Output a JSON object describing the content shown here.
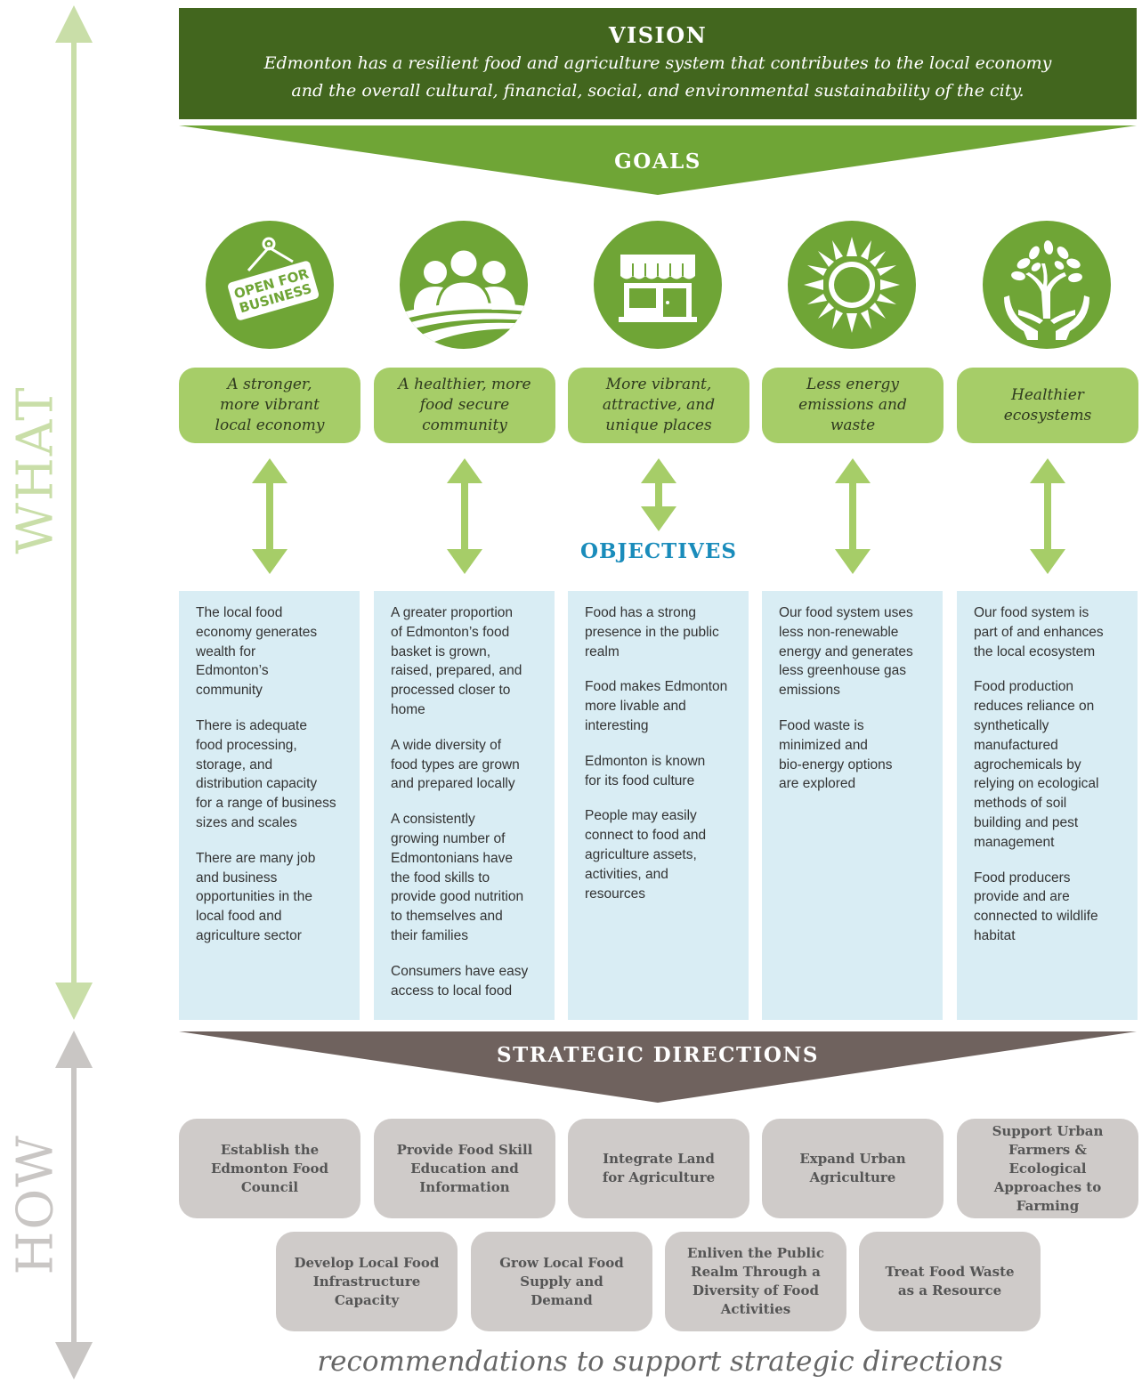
{
  "side": {
    "what": "WHAT",
    "how": "HOW"
  },
  "vision": {
    "title": "VISION",
    "line1": "Edmonton has a resilient food and agriculture system that contributes to the local economy",
    "line2": "and the overall cultural, financial, social, and environmental sustainability of the city."
  },
  "goals_title": "GOALS",
  "icons": {
    "sign_line1": "OPEN FOR",
    "sign_line2": "BUSINESS"
  },
  "goals": [
    {
      "lines": [
        "A stronger,",
        "more vibrant",
        "local economy"
      ]
    },
    {
      "lines": [
        "A healthier, more",
        "food secure",
        "community"
      ]
    },
    {
      "lines": [
        "More vibrant,",
        "attractive, and",
        "unique places"
      ]
    },
    {
      "lines": [
        "Less energy",
        "emissions and",
        "waste"
      ]
    },
    {
      "lines": [
        "Healthier",
        "ecosystems"
      ]
    }
  ],
  "objectives_title": "OBJECTIVES",
  "objectives": [
    {
      "items": [
        [
          "The local food",
          "economy generates",
          "wealth for",
          "Edmonton’s",
          "community"
        ],
        [
          "There is adequate",
          "food processing,",
          "storage, and",
          "distribution capacity",
          "for a range of business",
          "sizes and scales"
        ],
        [
          "There are many job",
          "and business",
          "opportunities in the",
          "local food and",
          "agriculture sector"
        ]
      ]
    },
    {
      "items": [
        [
          "A greater proportion",
          "of Edmonton’s food",
          "basket is grown,",
          "raised, prepared, and",
          "processed closer to",
          "home"
        ],
        [
          "A wide diversity of",
          "food types are grown",
          "and prepared locally"
        ],
        [
          "A consistently",
          "growing number of",
          "Edmontonians have",
          "the food skills to",
          "provide good nutrition",
          "to themselves and",
          "their families"
        ],
        [
          "Consumers have easy",
          "access to local food"
        ]
      ]
    },
    {
      "items": [
        [
          "Food has a strong",
          "presence in the public",
          "realm"
        ],
        [
          "Food makes Edmonton",
          "more livable and",
          "interesting"
        ],
        [
          "Edmonton is known",
          "for its food culture"
        ],
        [
          "People may easily",
          "connect to food and",
          "agriculture assets,",
          "activities, and",
          "resources"
        ]
      ]
    },
    {
      "items": [
        [
          "Our food system uses",
          "less non-renewable",
          "energy and generates",
          "less greenhouse gas",
          "emissions"
        ],
        [
          "Food waste is",
          "minimized and",
          "bio-energy options",
          "are explored"
        ]
      ]
    },
    {
      "items": [
        [
          "Our food system is",
          "part of and enhances",
          "the local ecosystem"
        ],
        [
          "Food production",
          "reduces reliance on",
          "synthetically",
          "manufactured",
          "agrochemicals by",
          "relying on ecological",
          "methods of soil",
          "building and pest",
          "management"
        ],
        [
          "Food producers",
          "provide and are",
          "connected to wildlife",
          "habitat"
        ]
      ]
    }
  ],
  "sd_title": "STRATEGIC DIRECTIONS",
  "directions_row1": [
    {
      "lines": [
        "Establish the",
        "Edmonton Food",
        "Council"
      ]
    },
    {
      "lines": [
        "Provide Food Skill",
        "Education and",
        "Information"
      ]
    },
    {
      "lines": [
        "Integrate Land",
        "for Agriculture"
      ]
    },
    {
      "lines": [
        "Expand Urban",
        "Agriculture"
      ]
    },
    {
      "lines": [
        "Support Urban",
        "Farmers & Ecological",
        "Approaches to",
        "Farming"
      ]
    }
  ],
  "directions_row2": [
    {
      "lines": [
        "Develop Local Food",
        "Infrastructure",
        "Capacity"
      ]
    },
    {
      "lines": [
        "Grow Local Food",
        "Supply and",
        "Demand"
      ]
    },
    {
      "lines": [
        "Enliven the Public",
        "Realm Through a",
        "Diversity of Food",
        "Activities"
      ]
    },
    {
      "lines": [
        "Treat Food Waste",
        "as a Resource"
      ]
    }
  ],
  "footer": "recommendations to support strategic directions",
  "colors": {
    "vision_bg": "#42661e",
    "goals_banner": "#6fa536",
    "icon_bg": "#6fa536",
    "goal_box": "#a6cd68",
    "arrow_green": "#a6cd68",
    "objectives_title": "#1a8cbb",
    "objectives_bg": "#d9edf4",
    "sd_banner": "#6f625e",
    "direction_box": "#cfcbc9"
  }
}
